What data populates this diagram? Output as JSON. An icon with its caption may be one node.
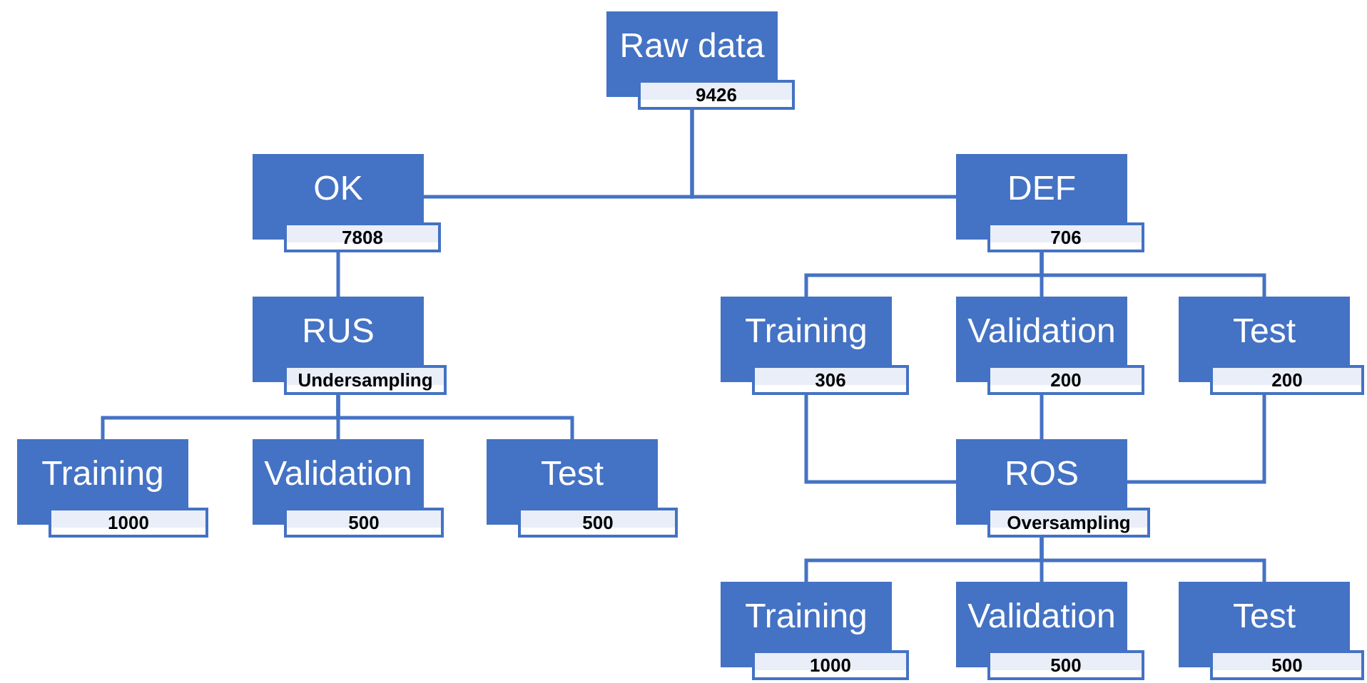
{
  "diagram": {
    "nodes": [
      {
        "text": [
          "Raw data",
          "9426"
        ]
      },
      {
        "text": [
          "OK",
          "7808"
        ]
      },
      {
        "text": [
          "DEF",
          "706"
        ]
      },
      {
        "text": [
          "RUS",
          "Undersampling"
        ]
      },
      {
        "text": [
          "Training",
          "306"
        ]
      },
      {
        "text": [
          "Validation",
          "200"
        ]
      },
      {
        "text": [
          "Test",
          "200"
        ]
      },
      {
        "text": [
          "Training",
          "1000"
        ]
      },
      {
        "text": [
          "Validation",
          "500"
        ]
      },
      {
        "text": [
          "Test",
          "500"
        ]
      },
      {
        "text": [
          "ROS",
          "Oversampling"
        ]
      },
      {
        "text": [
          "Training",
          "1000"
        ]
      },
      {
        "text": [
          "Validation",
          "500"
        ]
      },
      {
        "text": [
          "Test",
          "500"
        ]
      }
    ],
    "edges": [
      {
        "from": 0,
        "to": 1,
        "arrow": "none"
      },
      {
        "from": 0,
        "to": 2,
        "arrow": "none"
      },
      {
        "from": 1,
        "to": 3,
        "arrow": "none"
      },
      {
        "from": 2,
        "to": 4,
        "arrow": "none"
      },
      {
        "from": 2,
        "to": 5,
        "arrow": "none"
      },
      {
        "from": 2,
        "to": 6,
        "arrow": "none"
      },
      {
        "from": 3,
        "to": 7,
        "arrow": "none"
      },
      {
        "from": 3,
        "to": 8,
        "arrow": "none"
      },
      {
        "from": 3,
        "to": 9,
        "arrow": "none"
      },
      {
        "from": 4,
        "to": 10,
        "arrow": "none"
      },
      {
        "from": 5,
        "to": 10,
        "arrow": "none"
      },
      {
        "from": 6,
        "to": 10,
        "arrow": "none"
      },
      {
        "from": 10,
        "to": 11,
        "arrow": "none"
      },
      {
        "from": 10,
        "to": 12,
        "arrow": "none"
      },
      {
        "from": 10,
        "to": 13,
        "arrow": "none"
      }
    ]
  }
}
